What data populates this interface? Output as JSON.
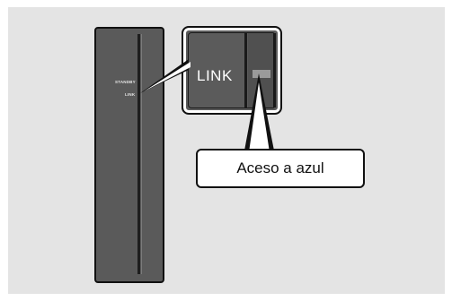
{
  "device": {
    "standby_label": "STANDBY",
    "link_label": "LINK"
  },
  "zoom": {
    "link_label": "LINK"
  },
  "callout": {
    "text": "Aceso a azul"
  }
}
